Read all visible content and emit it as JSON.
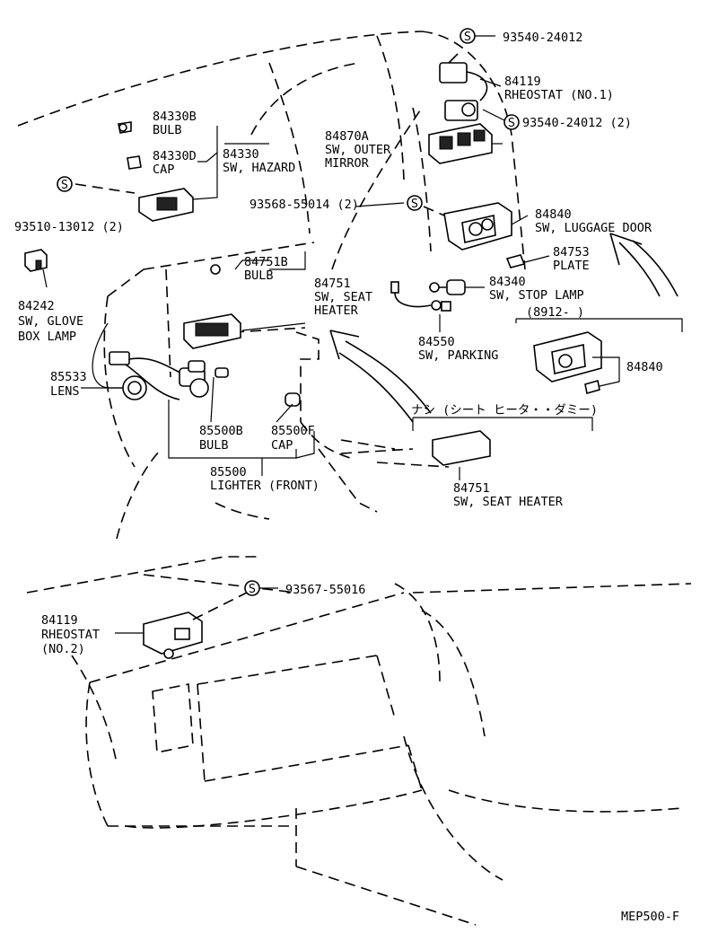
{
  "diagram_code": "MEP500-F",
  "screw_symbol": "S",
  "parts": {
    "screw_top": "93540-24012",
    "rheostat1_num": "84119",
    "rheostat1_name": "RHEOSTAT (NO.1)",
    "screw_top2": "93540-24012 (2)",
    "outer_mirror_num": "84870A",
    "outer_mirror_name1": "SW, OUTER",
    "outer_mirror_name2": "MIRROR",
    "bulb_84330b_num": "84330B",
    "bulb_84330b_name": "BULB",
    "cap_84330d_num": "84330D",
    "cap_84330d_name": "CAP",
    "hazard_num": "84330",
    "hazard_name": "SW, HAZARD",
    "screw_9351": "93510-13012 (2)",
    "screw_9356": "93568-55014 (2)",
    "luggage_num": "84840",
    "luggage_name": "SW, LUGGAGE DOOR",
    "plate_num": "84753",
    "plate_name": "PLATE",
    "bulb_84751b_num": "84751B",
    "bulb_84751b_name": "BULB",
    "seat_heater_num": "84751",
    "seat_heater_name1": "SW, SEAT",
    "seat_heater_name2": "HEATER",
    "stop_lamp_num": "84340",
    "stop_lamp_name": "SW, STOP LAMP",
    "glove_num": "84242",
    "glove_name1": "SW, GLOVE",
    "glove_name2": "BOX LAMP",
    "parking_num": "84550",
    "parking_name": "SW, PARKING",
    "date_range": "(8912-          )",
    "luggage2_num": "84840",
    "lens_num": "85533",
    "lens_name": "LENS",
    "bulb_85500b_num": "85500B",
    "bulb_85500b_name": "BULB",
    "cap_85500f_num": "85500F",
    "cap_85500f_name": "CAP",
    "lighter_num": "85500",
    "lighter_name": "LIGHTER (FRONT)",
    "jp_note": "ナシ (シート ヒータ・・ダミー)",
    "seat_heater2_num": "84751",
    "seat_heater2_name": "SW, SEAT HEATER",
    "screw_bottom": "93567-55016",
    "rheostat2_num": "84119",
    "rheostat2_name1": "RHEOSTAT",
    "rheostat2_name2": "(NO.2)"
  }
}
